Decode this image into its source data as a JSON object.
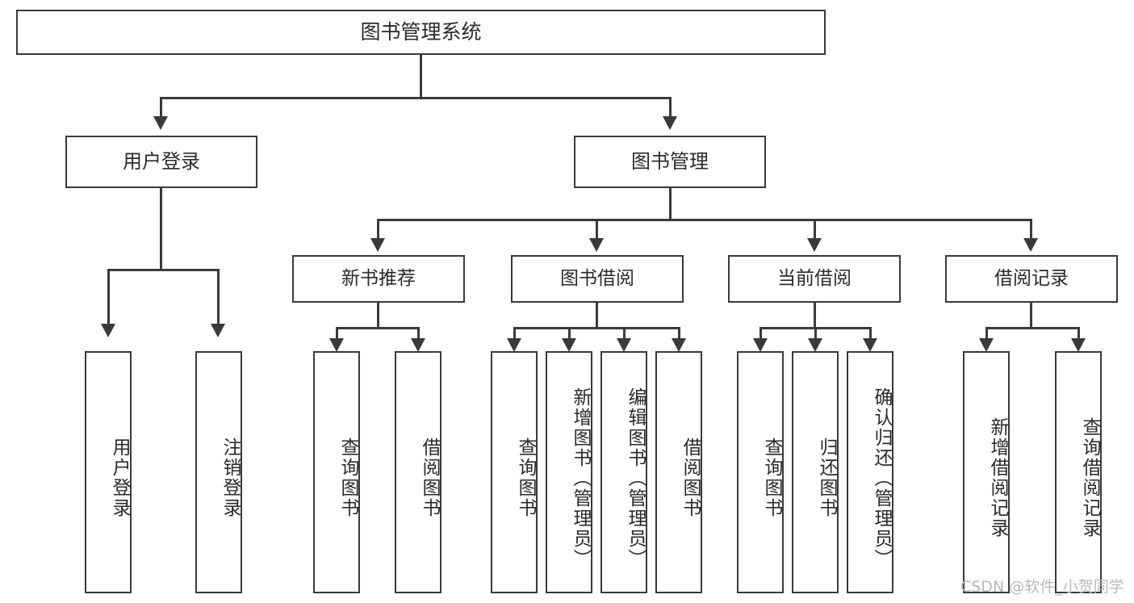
{
  "diagram": {
    "type": "tree-hierarchy",
    "title": "图书管理系统",
    "root": {
      "label": "图书管理系统"
    },
    "level2": [
      {
        "label": "用户登录"
      },
      {
        "label": "图书管理"
      }
    ],
    "level3": [
      {
        "label": "新书推荐"
      },
      {
        "label": "图书借阅"
      },
      {
        "label": "当前借阅"
      },
      {
        "label": "借阅记录"
      }
    ],
    "leaves": {
      "user_login": [
        {
          "label": "用户登录"
        },
        {
          "label": "注销登录"
        }
      ],
      "new_book_recommend": [
        {
          "label": "查询图书"
        },
        {
          "label": "借阅图书"
        }
      ],
      "book_borrow": [
        {
          "label": "查询图书"
        },
        {
          "label": "新增图书（管理员）"
        },
        {
          "label": "编辑图书（管理员）"
        },
        {
          "label": "借阅图书"
        }
      ],
      "current_borrow": [
        {
          "label": "查询图书"
        },
        {
          "label": "归还图书"
        },
        {
          "label": "确认归还（管理员）"
        }
      ],
      "borrow_record": [
        {
          "label": "新增借阅记录"
        },
        {
          "label": "查询借阅记录"
        }
      ]
    },
    "watermark": "CSDN @软件_小贺同学",
    "colors": {
      "stroke": "#3a3a3a",
      "fill": "#ffffff",
      "text": "#2a2a2a",
      "watermark": "#b9b9b9"
    }
  }
}
